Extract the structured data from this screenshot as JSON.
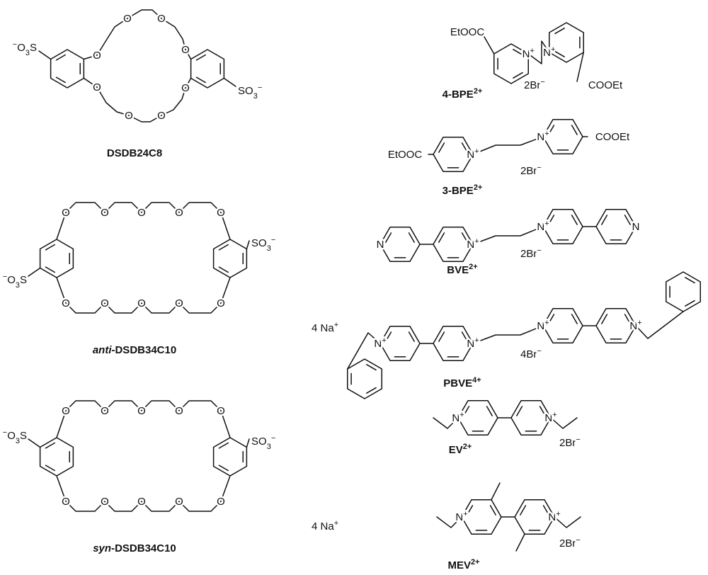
{
  "atoms": {
    "O": "O",
    "N": "N",
    "plus": "+",
    "minus": "−"
  },
  "groups": {
    "so3_left": {
      "charge": "−",
      "O": "O",
      "sub": "3",
      "S": "S"
    },
    "so3_right": {
      "text": "SO",
      "sub": "3",
      "charge": "−"
    },
    "etooc": "EtOOC",
    "cooet": "COOEt",
    "br2": {
      "text": "2Br",
      "charge": "−"
    },
    "br4": {
      "text": "4Br",
      "charge": "−"
    },
    "na4": {
      "text": "4 Na",
      "charge": "+"
    }
  },
  "labels": {
    "dsdb24c8": {
      "name": "DSDB24C8"
    },
    "anti": {
      "prefix": "anti",
      "name": "-DSDB34C10"
    },
    "syn": {
      "prefix": "syn",
      "name": "-DSDB34C10"
    },
    "bpe4": {
      "name": "4-BPE",
      "charge": "2+"
    },
    "bpe3": {
      "name": "3-BPE",
      "charge": "2+"
    },
    "bve": {
      "name": "BVE",
      "charge": "2+"
    },
    "pbve": {
      "name": "PBVE",
      "charge": "4+"
    },
    "ev": {
      "name": "EV",
      "charge": "2+"
    },
    "mev": {
      "name": "MEV",
      "charge": "2+"
    }
  }
}
